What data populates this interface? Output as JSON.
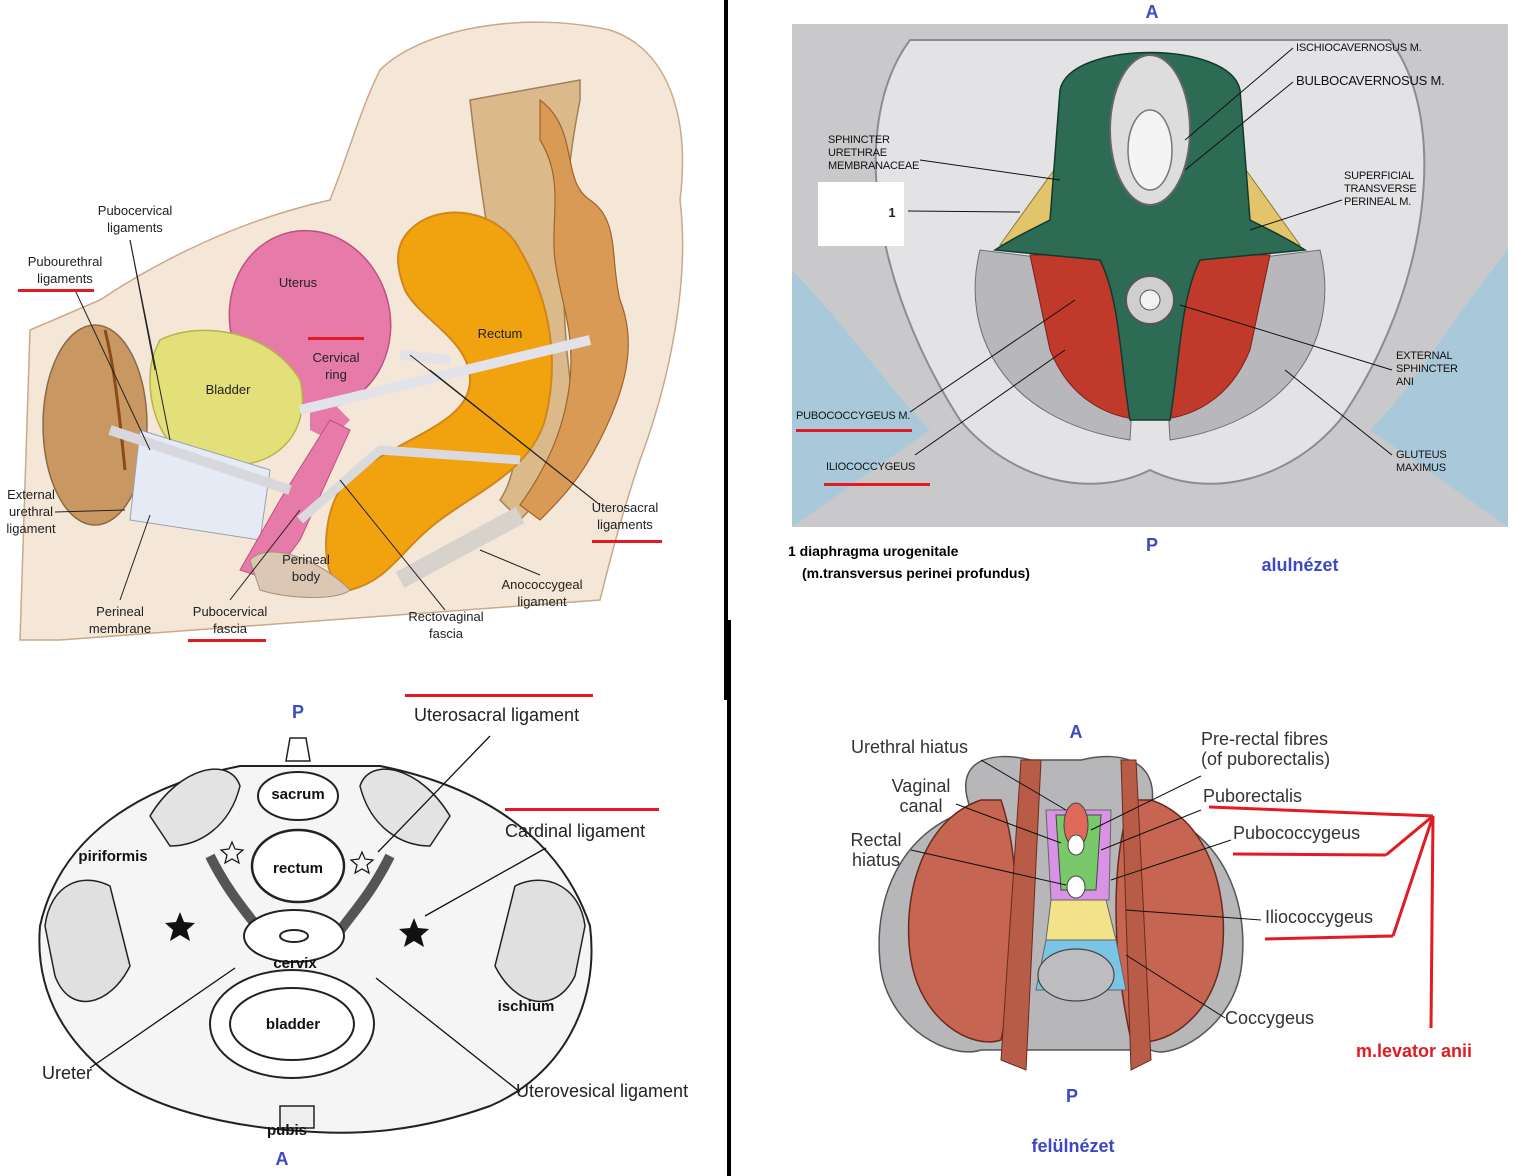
{
  "sagittal": {
    "labels": {
      "pubocervical_ligaments": "Pubocervical\nligaments",
      "pubourethral_ligaments": "Pubourethral\nligaments",
      "uterus": "Uterus",
      "bladder": "Bladder",
      "cervical_ring": "Cervical\nring",
      "rectum": "Rectum",
      "external_urethral_ligament": "External\nurethral\nligament",
      "perineal_membrane": "Perineal\nmembrane",
      "pubocervical_fascia": "Pubocervical\nfascia",
      "perineal_body": "Perineal\nbody",
      "rectovaginal_fascia": "Rectovaginal\nfascia",
      "anococcygeal_ligament": "Anococcygeal\nligament",
      "uterosacral_ligaments": "Uterosacral\nligaments"
    }
  },
  "perineum": {
    "orient_top": "A",
    "orient_bottom": "P",
    "labels": {
      "ischiocavernosus": "ISCHIOCAVERNOSUS M.",
      "bulbocavernosus": "BULBOCAVERNOSUS M.",
      "sphincter_urethrae": "SPHINCTER\nURETHRAE\nMEMBRANACEAE",
      "number_1": "1",
      "superficial_transverse": "SUPERFICIAL\nTRANSVERSE\nPERINEAL M.",
      "external_sphincter": "EXTERNAL\nSPHINCTER\nANI",
      "pubococcygeus": "PUBOCOCCYGEUS M.",
      "iliococcygeus": "ILIOCOCCYGEUS",
      "gluteus_maximus": "GLUTEUS\nMAXIMUS"
    },
    "caption_line1": "1 diaphragma urogenitale",
    "caption_line2": "(m.transversus perinei profundus)",
    "view_label": "alulnézet"
  },
  "axial": {
    "orient_top": "P",
    "orient_bottom": "A",
    "labels": {
      "uterosacral_ligament": "Uterosacral ligament",
      "cardinal_ligament": "Cardinal ligament",
      "sacrum": "sacrum",
      "piriformis": "piriformis",
      "rectum": "rectum",
      "cervix": "cervix",
      "bladder": "bladder",
      "ischium": "ischium",
      "ureter": "Ureter",
      "uterovesical_ligament": "Uterovesical ligament",
      "pubis": "pubis"
    }
  },
  "levator": {
    "orient_top": "A",
    "orient_bottom": "P",
    "labels": {
      "urethral_hiatus": "Urethral hiatus",
      "vaginal_canal": "Vaginal\ncanal",
      "rectal_hiatus": "Rectal\nhiatus",
      "prerectal_fibres": "Pre-rectal fibres\n(of puborectalis)",
      "puborectalis": "Puborectalis",
      "pubococcygeus": "Pubococcygeus",
      "iliococcygeus": "Iliococcygeus",
      "coccygeus": "Coccygeus",
      "levator_ani": "m.levator anii"
    },
    "view_label": "felülnézet"
  },
  "colors": {
    "highlight_red": "#e21b22",
    "orientation_blue": "#3d49c4"
  }
}
